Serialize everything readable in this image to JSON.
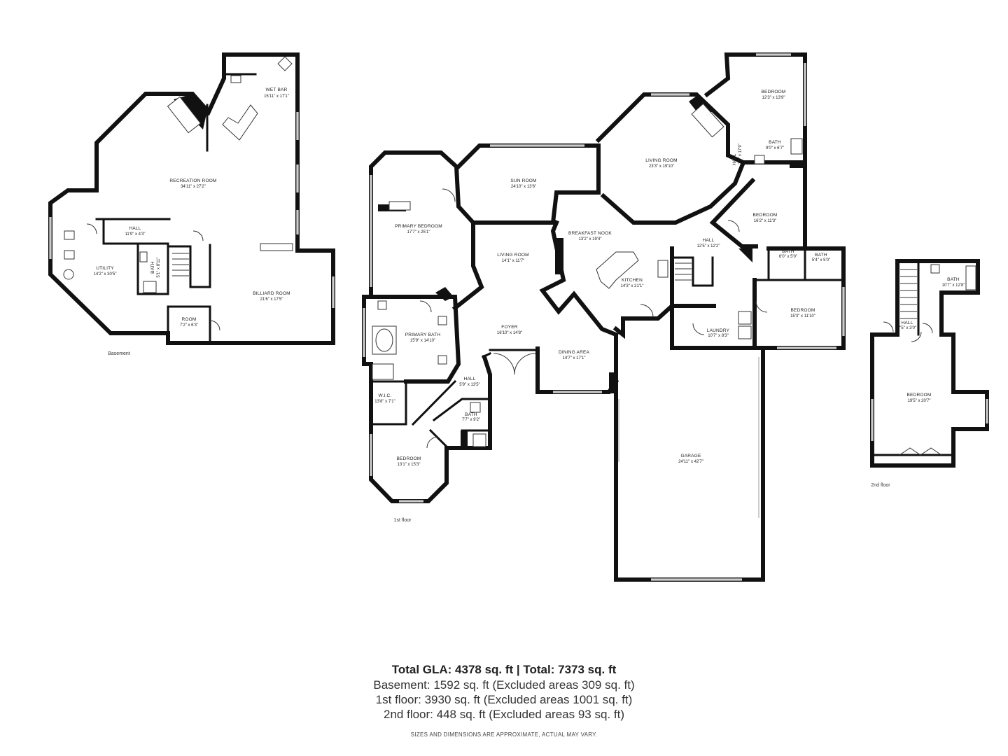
{
  "floors": {
    "basement": {
      "label": "Basement"
    },
    "first": {
      "label": "1st floor"
    },
    "second": {
      "label": "2nd floor"
    }
  },
  "rooms": {
    "wet_bar": {
      "name": "WET BAR",
      "dim": "15'11\" x 17'1\""
    },
    "recreation_room": {
      "name": "RECREATION ROOM",
      "dim": "34'11\" x 27'2\""
    },
    "hall_basement": {
      "name": "HALL",
      "dim": "11'9\" x 4'3\""
    },
    "utility": {
      "name": "UTILITY",
      "dim": "14'2\" x 30'5\""
    },
    "bath_basement": {
      "name": "BATH",
      "dim": "5'1\" x 8'11\""
    },
    "billiard_room": {
      "name": "BILLIARD ROOM",
      "dim": "21'6\" x 17'5\""
    },
    "room_basement": {
      "name": "ROOM",
      "dim": "7'2\" x 6'3\""
    },
    "primary_bedroom": {
      "name": "PRIMARY BEDROOM",
      "dim": "17'7\" x 25'1\""
    },
    "sun_room": {
      "name": "SUN ROOM",
      "dim": "24'10\" x 13'6\""
    },
    "living_room_1": {
      "name": "LIVING ROOM",
      "dim": "23'3\" x 19'10\""
    },
    "hall_upper": {
      "name": "HALL",
      "dim": "7'2\" x 17'9\""
    },
    "bedroom_ne": {
      "name": "BEDROOM",
      "dim": "12'3\" x 13'9\""
    },
    "bath_ne": {
      "name": "BATH",
      "dim": "9'0\" x 6'7\""
    },
    "bedroom_e": {
      "name": "BEDROOM",
      "dim": "16'2\" x 11'3\""
    },
    "breakfast_nook": {
      "name": "BREAKFAST NOOK",
      "dim": "13'2\" x 19'4\""
    },
    "living_room_2": {
      "name": "LIVING ROOM",
      "dim": "14'1\" x 11'7\""
    },
    "hall_kitchen": {
      "name": "HALL",
      "dim": "12'5\" x 12'2\""
    },
    "bath_e1": {
      "name": "BATH",
      "dim": "6'0\" x 5'0\""
    },
    "bath_e2": {
      "name": "BATH",
      "dim": "5'4\" x 5'0\""
    },
    "kitchen": {
      "name": "KITCHEN",
      "dim": "14'3\" x 21'1\""
    },
    "primary_bath": {
      "name": "PRIMARY BATH",
      "dim": "15'9\" x 14'10\""
    },
    "foyer": {
      "name": "FOYER",
      "dim": "16'10\" x 14'8\""
    },
    "bedroom_se": {
      "name": "BEDROOM",
      "dim": "15'3\" x 11'10\""
    },
    "laundry": {
      "name": "LAUNDRY",
      "dim": "10'7\" x 8'3\""
    },
    "dining_area": {
      "name": "DINING AREA",
      "dim": "14'7\" x 17'1\""
    },
    "hall_foyer": {
      "name": "HALL",
      "dim": "5'9\" x 13'5\""
    },
    "wic": {
      "name": "W.I.C.",
      "dim": "13'8\" x 7'1\""
    },
    "bath_sw": {
      "name": "BATH",
      "dim": "7'7\" x 9'2\""
    },
    "bedroom_sw": {
      "name": "BEDROOM",
      "dim": "13'1\" x 15'3\""
    },
    "garage": {
      "name": "GARAGE",
      "dim": "24'11\" x 42'7\""
    },
    "bath_2nd": {
      "name": "BATH",
      "dim": "10'7\" x 12'8\""
    },
    "hall_2nd": {
      "name": "HALL",
      "dim": "7'5\" x 3'0\""
    },
    "bedroom_2nd": {
      "name": "BEDROOM",
      "dim": "19'5\" x 20'7\""
    }
  },
  "summary": {
    "total": "Total GLA: 4378 sq. ft | Total: 7373 sq. ft",
    "basement": "Basement: 1592 sq. ft (Excluded areas 309 sq. ft)",
    "first": "1st floor: 3930 sq. ft (Excluded areas 1001 sq. ft)",
    "second": "2nd floor: 448 sq. ft (Excluded areas 93 sq. ft)",
    "disclaimer": "SIZES AND DIMENSIONS ARE APPROXIMATE, ACTUAL MAY VARY."
  }
}
